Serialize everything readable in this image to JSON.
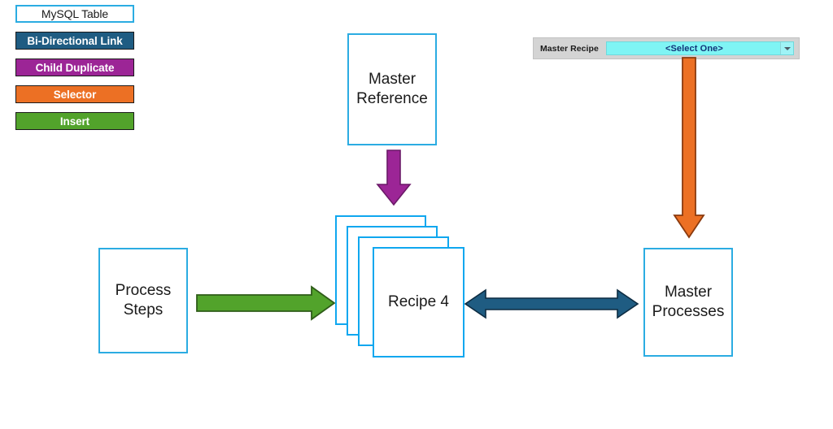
{
  "legend": {
    "items": [
      {
        "key": "mysql-table",
        "label": "MySQL Table",
        "fill": "#ffffff",
        "text": "#1a1a1a",
        "border": "#2bace2"
      },
      {
        "key": "bi-directional",
        "label": "Bi-Directional Link",
        "fill": "#1f5c82",
        "text": "#ffffff",
        "border": "#1a1a1a"
      },
      {
        "key": "child-duplicate",
        "label": "Child Duplicate",
        "fill": "#9c2596",
        "text": "#ffffff",
        "border": "#1a1a1a"
      },
      {
        "key": "selector",
        "label": "Selector",
        "fill": "#ec7024",
        "text": "#ffffff",
        "border": "#1a1a1a"
      },
      {
        "key": "insert",
        "label": "Insert",
        "fill": "#52a32b",
        "text": "#ffffff",
        "border": "#1a1a1a"
      }
    ]
  },
  "nodes": {
    "master_reference": {
      "line1": "Master",
      "line2": "Reference"
    },
    "process_steps": {
      "line1": "Process",
      "line2": "Steps"
    },
    "master_processes": {
      "line1": "Master",
      "line2": "Processes"
    },
    "recipe_stack": {
      "label": "Recipe 4",
      "card_count": 4
    }
  },
  "selector_widget": {
    "label": "Master Recipe",
    "value": "<Select One>",
    "panel_color": "#d4d4d4",
    "field_color": "#7ff4f4",
    "value_color": "#12347a"
  },
  "arrows": {
    "child_duplicate": {
      "name": "Child Duplicate",
      "color": "#9c2596",
      "direction": "down"
    },
    "insert": {
      "name": "Insert",
      "color": "#52a32b",
      "direction": "right"
    },
    "bi_directional": {
      "name": "Bi-Directional Link",
      "color": "#1f5c82",
      "direction": "both"
    },
    "selector": {
      "name": "Selector",
      "color": "#ec7024",
      "direction": "down"
    }
  }
}
